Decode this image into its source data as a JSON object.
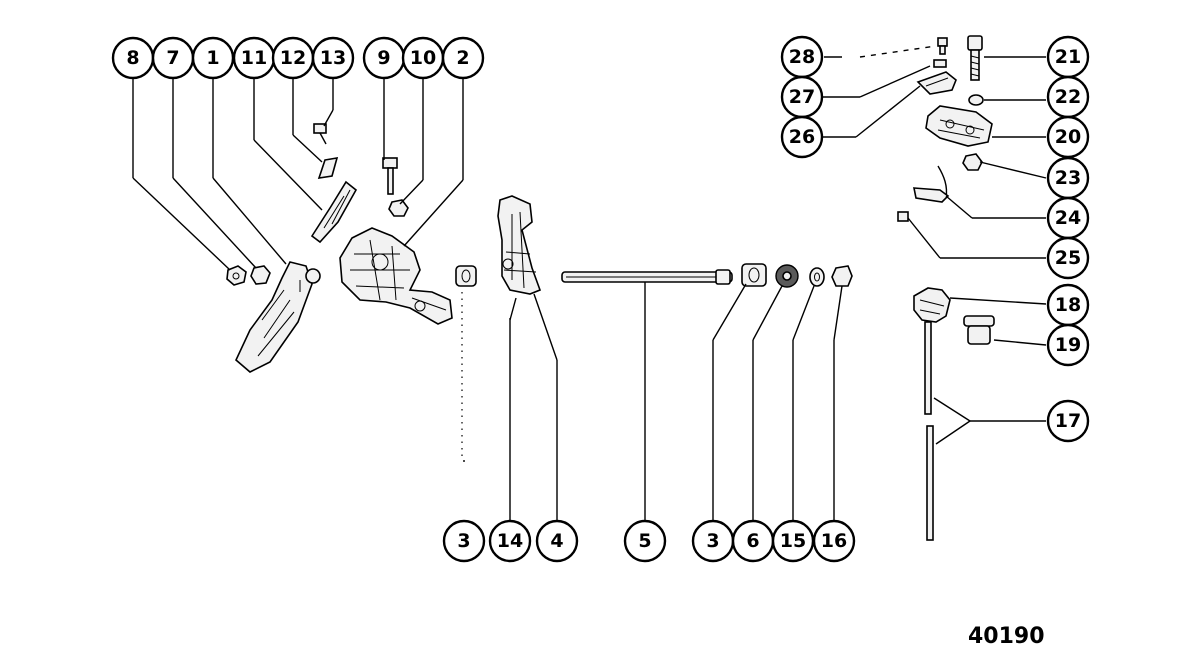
{
  "drawing_number": "40190",
  "callouts": [
    "8",
    "7",
    "1",
    "11",
    "12",
    "13",
    "9",
    "10",
    "2",
    "28",
    "27",
    "26",
    "21",
    "22",
    "20",
    "23",
    "24",
    "25",
    "18",
    "19",
    "17",
    "3",
    "14",
    "4",
    "5",
    "3",
    "6",
    "15",
    "16"
  ],
  "colors": {
    "ink": "#000000",
    "paper": "#ffffff"
  }
}
